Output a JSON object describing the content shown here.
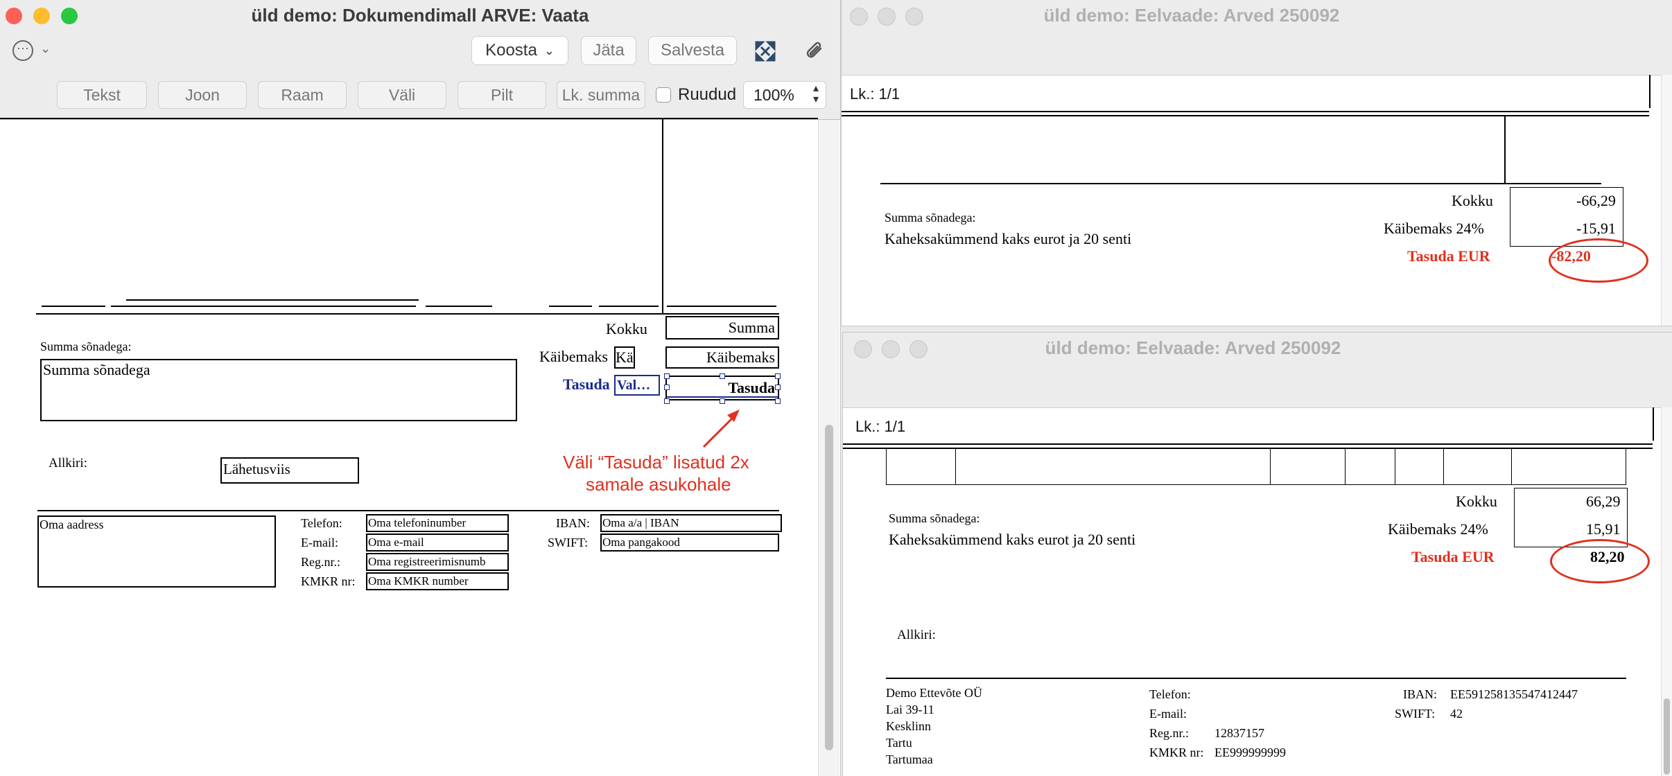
{
  "editor": {
    "title": "üld demo: Dokumendimall ARVE: Vaata",
    "toolbar": {
      "koosta": "Koosta",
      "jata": "Jäta",
      "salvesta": "Salvesta"
    },
    "segments": [
      "Tekst",
      "Joon",
      "Raam",
      "Väli",
      "Pilt",
      "Lk. summa"
    ],
    "ruudud_label": "Ruudud",
    "zoom": "100%",
    "canvas": {
      "kokku_label": "Kokku",
      "summa_field": "Summa",
      "kaibemaks_label": "Käibemaks",
      "kaibemaks_small": "Kä",
      "kaibemaks_field": "Käibemaks",
      "tasuda_label": "Tasuda",
      "val_field": "Val…",
      "tasuda_field": "Tasuda",
      "summa_sonadega_label": "Summa sõnadega:",
      "summa_sonadega_field": "Summa sõnadega",
      "allkiri_label": "Allkiri:",
      "lahetusviis_field": "Lähetusviis",
      "annotation_line1": "Väli “Tasuda” lisatud 2x",
      "annotation_line2": "samale asukohale",
      "oma_aadress": "Oma aadress",
      "telefon_label": "Telefon:",
      "email_label": "E-mail:",
      "regnr_label": "Reg.nr.:",
      "kmkr_label": "KMKR nr:",
      "oma_telefon": "Oma telefoninumber",
      "oma_email": "Oma e-mail",
      "oma_reg": "Oma registreerimisnumb",
      "oma_kmkr": "Oma KMKR number",
      "iban_label": "IBAN:",
      "swift_label": "SWIFT:",
      "oma_iban": "Oma a/a | IBAN",
      "oma_swift": "Oma pangakood"
    }
  },
  "preview1": {
    "title": "üld demo: Eelvaade: Arved 250092",
    "page_label": "Lk.: 1/1",
    "summa_sonadega_label": "Summa sõnadega:",
    "summa_sonadega_value": "Kaheksakümmend kaks  eurot ja 20  senti",
    "kokku_label": "Kokku",
    "kokku_value": "-66,29",
    "kaibemaks_label": "Käibemaks 24%",
    "kaibemaks_value": "-15,91",
    "tasuda_label": "Tasuda EUR",
    "tasuda_value": "-82,20"
  },
  "preview2": {
    "title": "üld demo: Eelvaade: Arved 250092",
    "page_label": "Lk.: 1/1",
    "summa_sonadega_label": "Summa sõnadega:",
    "summa_sonadega_value": "Kaheksakümmend kaks  eurot ja 20  senti",
    "kokku_label": "Kokku",
    "kokku_value": "66,29",
    "kaibemaks_label": "Käibemaks 24%",
    "kaibemaks_value": "15,91",
    "tasuda_label": "Tasuda EUR",
    "tasuda_value": "82,20",
    "allkiri_label": "Allkiri:",
    "company": "Demo Ettevõte OÜ",
    "address_lines": [
      "Lai 39-11",
      "Kesklinn",
      "Tartu",
      "Tartumaa"
    ],
    "telefon_label": "Telefon:",
    "email_label": "E-mail:",
    "regnr_label": "Reg.nr.:",
    "regnr_value": "12837157",
    "kmkr_label": "KMKR nr:",
    "kmkr_value": "EE999999999",
    "iban_label": "IBAN:",
    "iban_value": "EE591258135547412447",
    "swift_label": "SWIFT:",
    "swift_value": "42"
  }
}
